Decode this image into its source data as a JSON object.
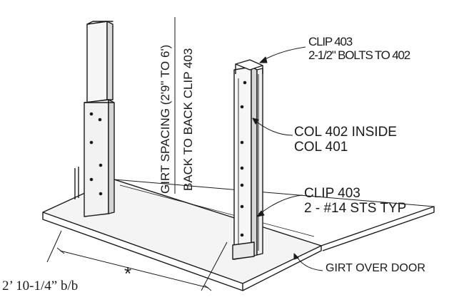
{
  "labels": {
    "clip_top_line1": "CLIP 403",
    "clip_top_line2": "2-1/2\" BOLTS TO 402",
    "col_line1": "COL 402 INSIDE",
    "col_line2": "COL 401",
    "clip_mid_line1": "CLIP 403",
    "clip_mid_line2": "2 - #14 STS TYP",
    "girt_over_door": "GIRT OVER DOOR",
    "girt_spacing": "GIRT SPACING (2'9\" TO 6')",
    "back_to_back": "BACK TO BACK CLIP 403",
    "dimension": "2’ 10-1/4” b/b",
    "asterisk": "*"
  },
  "colors": {
    "line": "#1a1a1a",
    "steel_face": "#f2f2f2",
    "steel_shade": "#d6d6d6"
  }
}
